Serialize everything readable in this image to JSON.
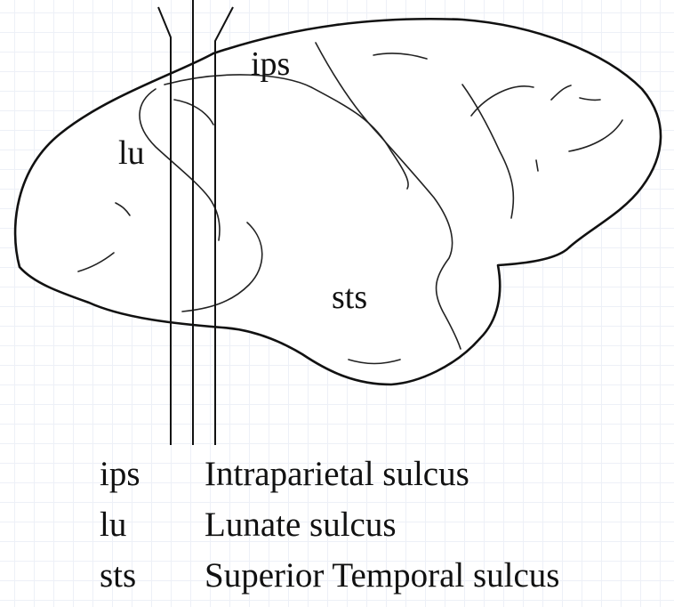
{
  "diagram": {
    "labels": {
      "ips": "ips",
      "lu": "lu",
      "sts": "sts"
    }
  },
  "legend": [
    {
      "abbr": "ips",
      "description": "Intraparietal sulcus"
    },
    {
      "abbr": "lu",
      "description": "Lunate sulcus"
    },
    {
      "abbr": "sts",
      "description": "Superior Temporal sulcus"
    }
  ]
}
